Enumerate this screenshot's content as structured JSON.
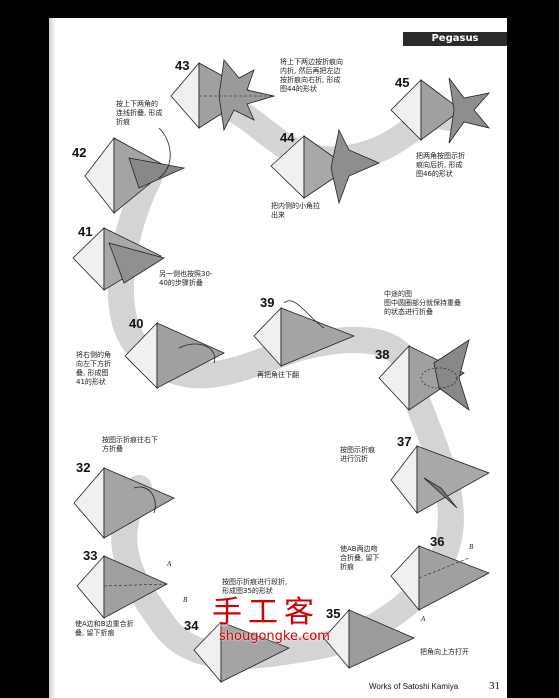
{
  "header": {
    "section": "Pegasus"
  },
  "steps": [
    {
      "num": "43",
      "note": "将上下两边按折痕向\n内折, 然后再把左边\n按折痕向右折, 形成\n图44的形状"
    },
    {
      "num": "44",
      "note": "把内侧的小角拉\n出来"
    },
    {
      "num": "45",
      "note": "把两角按图示折\n痕向后折, 形成\n图46的形状"
    },
    {
      "num": "42",
      "note": "按上下两角的\n连线折叠, 形成\n折痕"
    },
    {
      "num": "41",
      "note": "另一侧也按照30-\n40的步骤折叠"
    },
    {
      "num": "39",
      "note": "再把角往下翻"
    },
    {
      "num": "40",
      "note": "将右侧的角\n向左下方折\n叠, 形成图\n41的形状"
    },
    {
      "num": "38",
      "note": "中途的图\n图中圆圈部分就保持重叠\n的状态进行折叠"
    },
    {
      "num": "32",
      "note": "按图示折痕往右下\n方折叠"
    },
    {
      "num": "37",
      "note": "按图示折痕\n进行沉折"
    },
    {
      "num": "36",
      "note": "使AB两边吻\n合折叠, 留下\n折痕"
    },
    {
      "num": "33",
      "note": "使A边和B边重合折\n叠, 留下折痕"
    },
    {
      "num": "34",
      "note": "按图示折痕进行段折,\n形成图35的形状"
    },
    {
      "num": "35",
      "note": "把角向上方打开"
    }
  ],
  "point_labels": {
    "a": "A",
    "b": "B"
  },
  "watermark": {
    "chinese": "手工客",
    "url": "shougongke.com"
  },
  "footer": {
    "credit": "Works of Satoshi Kamiya",
    "page": "31"
  },
  "colors": {
    "page": "#ffffff",
    "background": "#000000",
    "path": "#d3d3d3",
    "paper_dark": "#9a9a9a",
    "paper_light": "#e8e8e8",
    "watermark": "#d00000"
  }
}
